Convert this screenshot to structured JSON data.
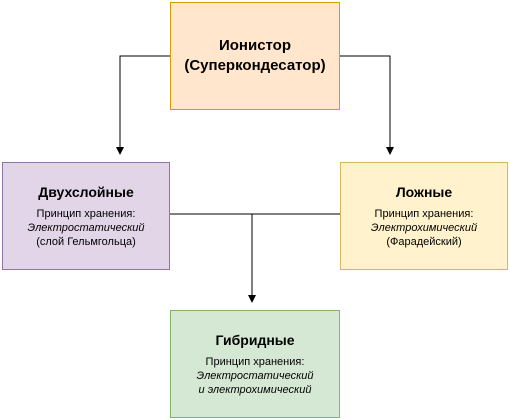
{
  "colors": {
    "root_fill": "#ffe6cc",
    "root_stroke": "#d79b00",
    "left_fill": "#e1d5e7",
    "left_stroke": "#9673a6",
    "right_fill": "#fff2cc",
    "right_stroke": "#d6b656",
    "bottom_fill": "#d5e8d4",
    "bottom_stroke": "#82b366",
    "connector": "#000000"
  },
  "nodes": {
    "root": {
      "title_line1": "Ионистор",
      "title_line2": "(Суперкондесатор)"
    },
    "left": {
      "title": "Двухслойные",
      "principle": "Принцип хранения:",
      "type": "Электростатический",
      "note": "(слой Гельмгольца)"
    },
    "right": {
      "title": "Ложные",
      "principle": "Принцип хранения:",
      "type": "Электрохимический",
      "note": "(Фарадейский)"
    },
    "bottom": {
      "title": "Гибридные",
      "principle": "Принцип хранения:",
      "type_line1": "Электростатический",
      "type_line2": "и электрохимический"
    }
  }
}
